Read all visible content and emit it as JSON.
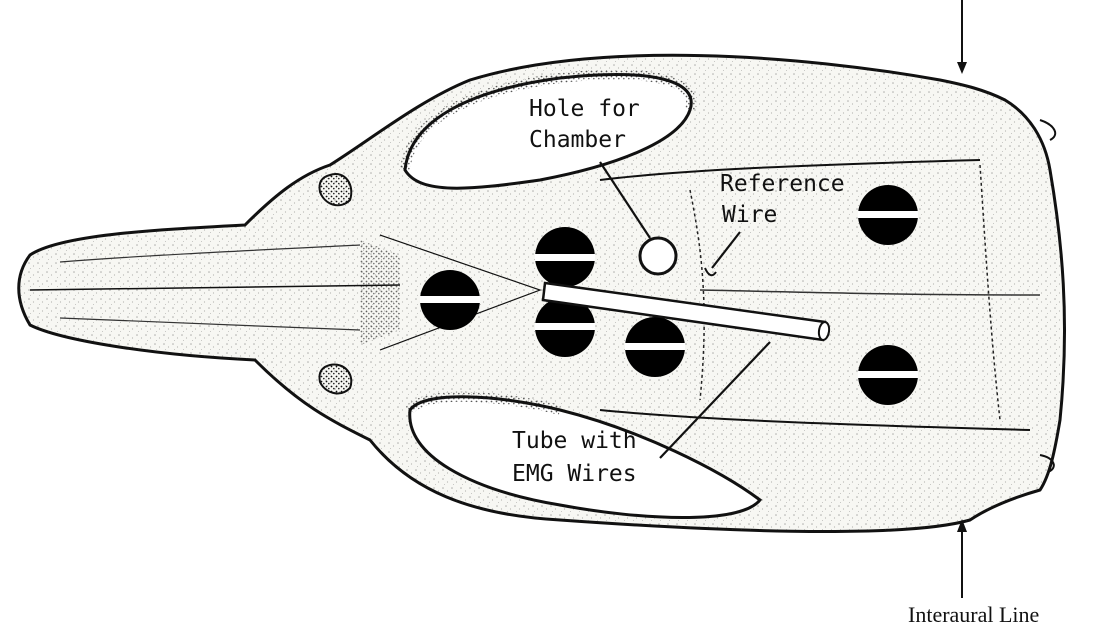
{
  "labels": {
    "hole_line1": "Hole for",
    "hole_line2": "Chamber",
    "ref_line1": "Reference",
    "ref_line2": "Wire",
    "tube_line1": "Tube with",
    "tube_line2": "EMG Wires",
    "interaural": "Interaural Line"
  },
  "colors": {
    "ink": "#111111",
    "bone": "#f7f7f3",
    "screw": "#000000"
  }
}
